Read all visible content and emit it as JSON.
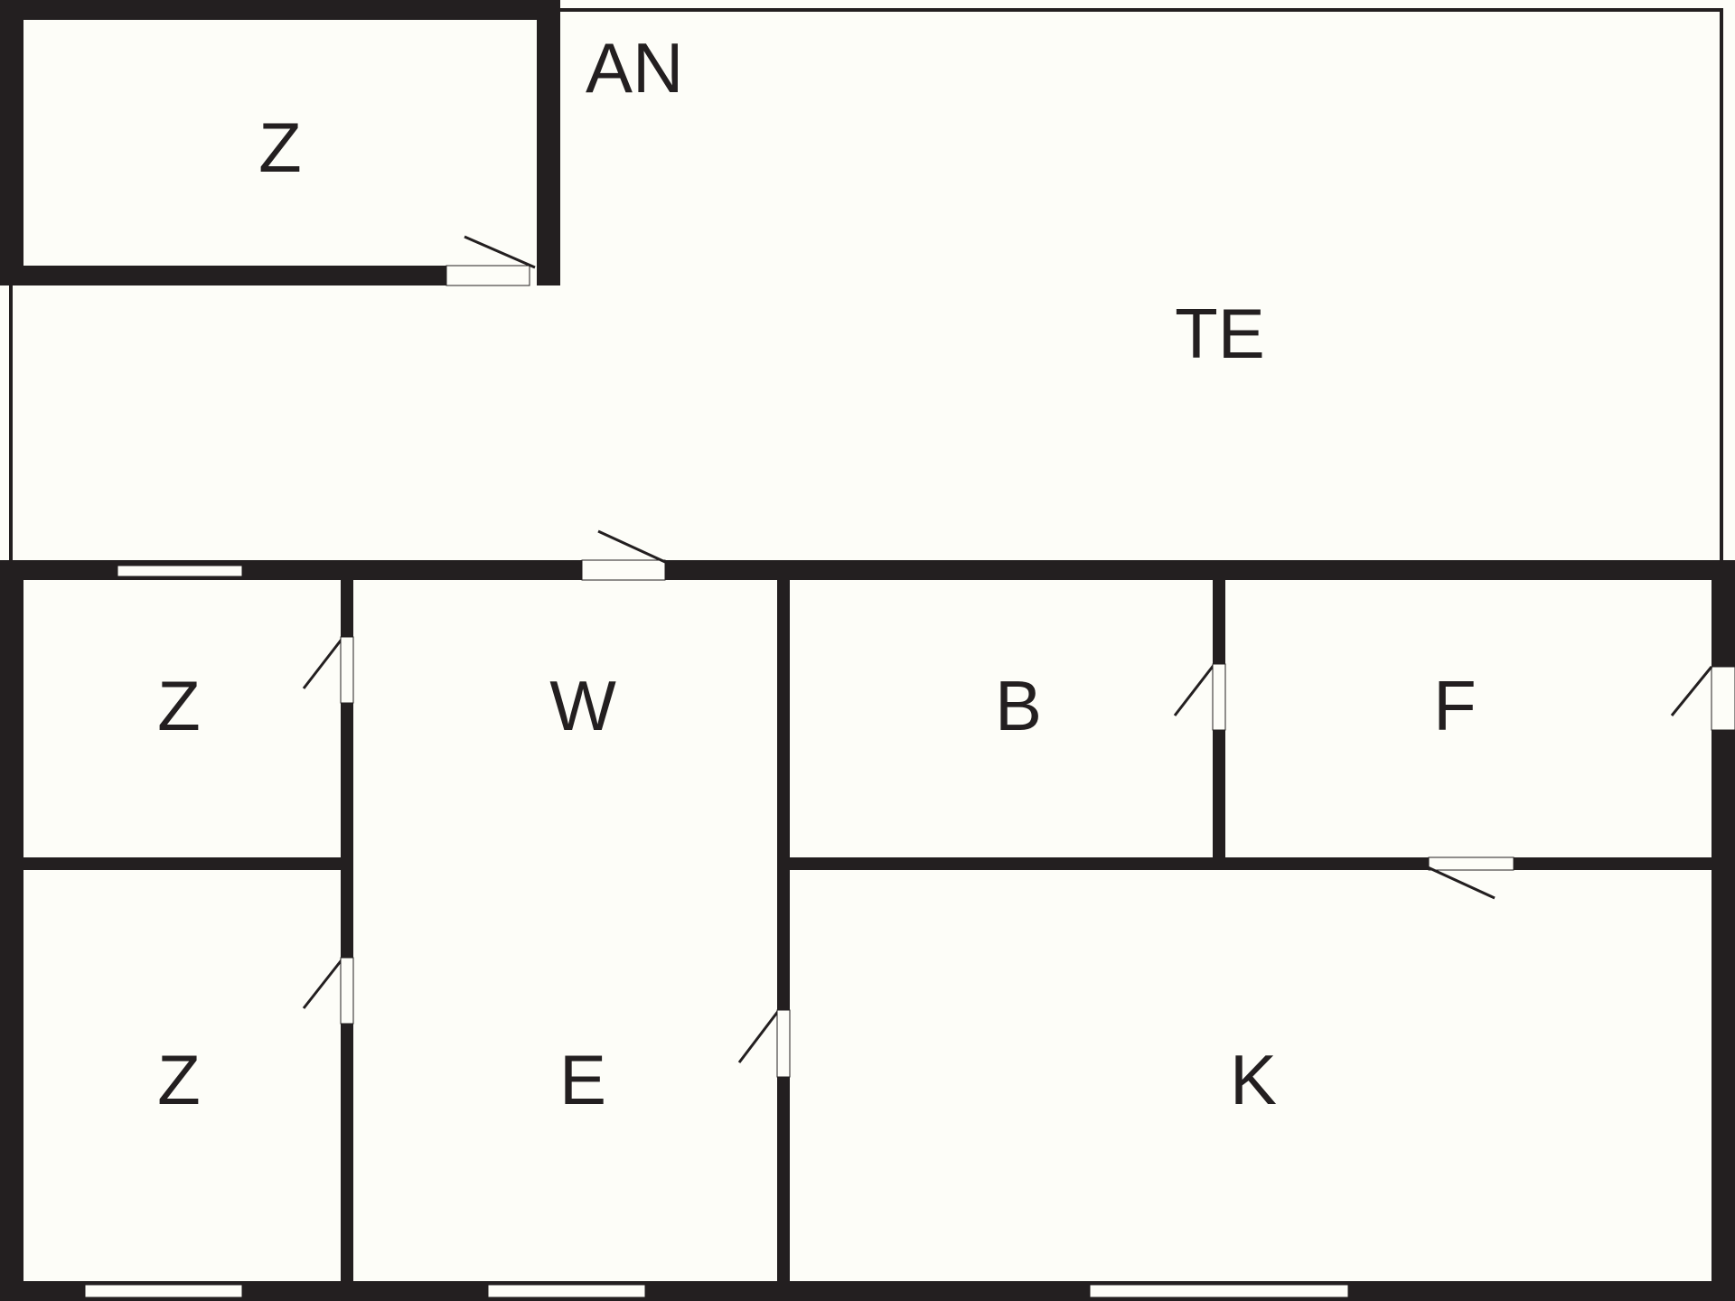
{
  "plan": {
    "colors": {
      "wall": "#231f20",
      "floor": "#fdfdf8",
      "opening": "#fdfdf8"
    },
    "rooms": [
      {
        "id": "z-top",
        "label": "Z"
      },
      {
        "id": "an",
        "label": "AN"
      },
      {
        "id": "te",
        "label": "TE"
      },
      {
        "id": "z-mid",
        "label": "Z"
      },
      {
        "id": "w",
        "label": "W"
      },
      {
        "id": "b",
        "label": "B"
      },
      {
        "id": "f",
        "label": "F"
      },
      {
        "id": "z-bottom",
        "label": "Z"
      },
      {
        "id": "e",
        "label": "E"
      },
      {
        "id": "k",
        "label": "K"
      }
    ]
  }
}
